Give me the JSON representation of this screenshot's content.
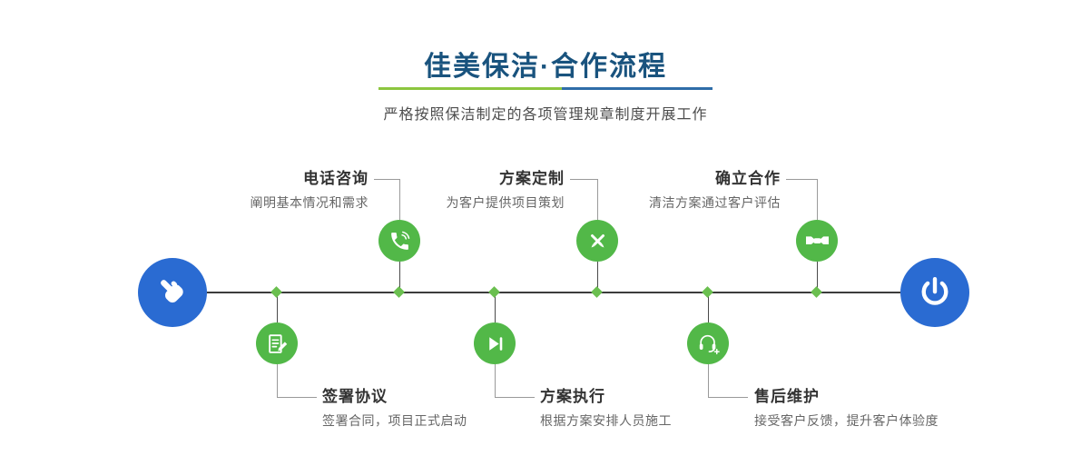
{
  "header": {
    "title": "佳美保洁·合作流程",
    "subtitle": "严格按照保洁制定的各项管理规章制度开展工作"
  },
  "flow": {
    "start": {
      "icon": "pointing-hand-icon"
    },
    "end": {
      "icon": "power-icon"
    },
    "top_steps": [
      {
        "label": "电话咨询",
        "desc": "阐明基本情况和需求",
        "icon": "phone-icon"
      },
      {
        "label": "方案定制",
        "desc": "为客户提供项目策划",
        "icon": "design-tools-icon"
      },
      {
        "label": "确立合作",
        "desc": "清洁方案通过客户评估",
        "icon": "handshake-icon"
      }
    ],
    "bottom_steps": [
      {
        "label": "签署协议",
        "desc": "签署合同，项目正式启动",
        "icon": "contract-pen-icon"
      },
      {
        "label": "方案执行",
        "desc": "根据方案安排人员施工",
        "icon": "play-next-icon"
      },
      {
        "label": "售后维护",
        "desc": "接受客户反馈，提升客户体验度",
        "icon": "headset-support-icon"
      }
    ]
  },
  "colors": {
    "title_blue": "#19537e",
    "node_green": "#52b848",
    "endpoint_blue": "#2a6bd2",
    "divider_green": "#8cc63f",
    "divider_blue": "#2f6da8"
  }
}
